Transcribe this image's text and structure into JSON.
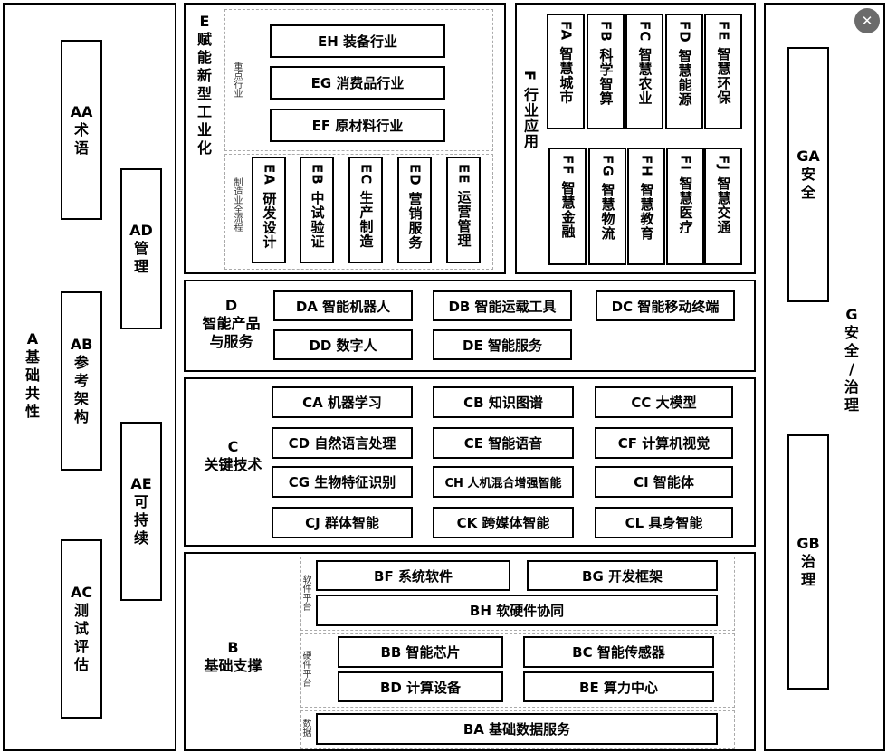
{
  "A": {
    "label": "A\n基\n础\n共\n性"
  },
  "AA": {
    "label": "AA\n术\n语"
  },
  "AB": {
    "label": "AB\n参\n考\n架\n构"
  },
  "AC": {
    "label": "AC\n测\n试\n评\n估"
  },
  "AD": {
    "label": "AD\n管\n理"
  },
  "AE": {
    "label": "AE\n可\n持\n续"
  },
  "E": {
    "label": "E\n赋\n能\n新\n型\n工\n业\n化",
    "focus_label": "重点行业",
    "process_label": "制造业全流程",
    "focus": [
      "EH  装备行业",
      "EG  消费品行业",
      "EF  原材料行业"
    ],
    "process": [
      "EA 研发设计",
      "EB 中试验证",
      "EC 生产制造",
      "ED 营销服务",
      "EE 运营管理"
    ]
  },
  "F": {
    "label": "F 行业应用",
    "row1": [
      "FA 智慧城市",
      "FB 科学智算",
      "FC 智慧农业",
      "FD 智慧能源",
      "FE 智慧环保"
    ],
    "row2": [
      "FF 智慧金融",
      "FG 智慧物流",
      "FH 智慧教育",
      "FI 智慧医疗",
      "FJ 智慧交通"
    ]
  },
  "D": {
    "label": "D\n智能产品\n与服务",
    "items": [
      "DA  智能机器人",
      "DB  智能运载工具",
      "DC  智能移动终端",
      "DD  数字人",
      "DE  智能服务"
    ]
  },
  "C": {
    "label": "C\n关键技术",
    "items": [
      "CA  机器学习",
      "CB  知识图谱",
      "CC  大模型",
      "CD  自然语言处理",
      "CE  智能语音",
      "CF  计算机视觉",
      "CG  生物特征识别",
      "CH 人机混合增强智能",
      "CI  智能体",
      "CJ  群体智能",
      "CK  跨媒体智能",
      "CL  具身智能"
    ]
  },
  "B": {
    "label": "B\n基础支撑",
    "software_label": "软件平台",
    "hardware_label": "硬件平台",
    "data_label": "数据",
    "items": [
      "BF  系统软件",
      "BG  开发框架",
      "BH  软硬件协同",
      "BB  智能芯片",
      "BC  智能传感器",
      "BD  计算设备",
      "BE  算力中心",
      "BA  基础数据服务"
    ]
  },
  "G": {
    "label": "G\n安\n全\n/\n治\n理"
  },
  "GA": {
    "label": "GA\n安\n全"
  },
  "GB": {
    "label": "GB\n治\n理"
  },
  "close_icon": "✕"
}
